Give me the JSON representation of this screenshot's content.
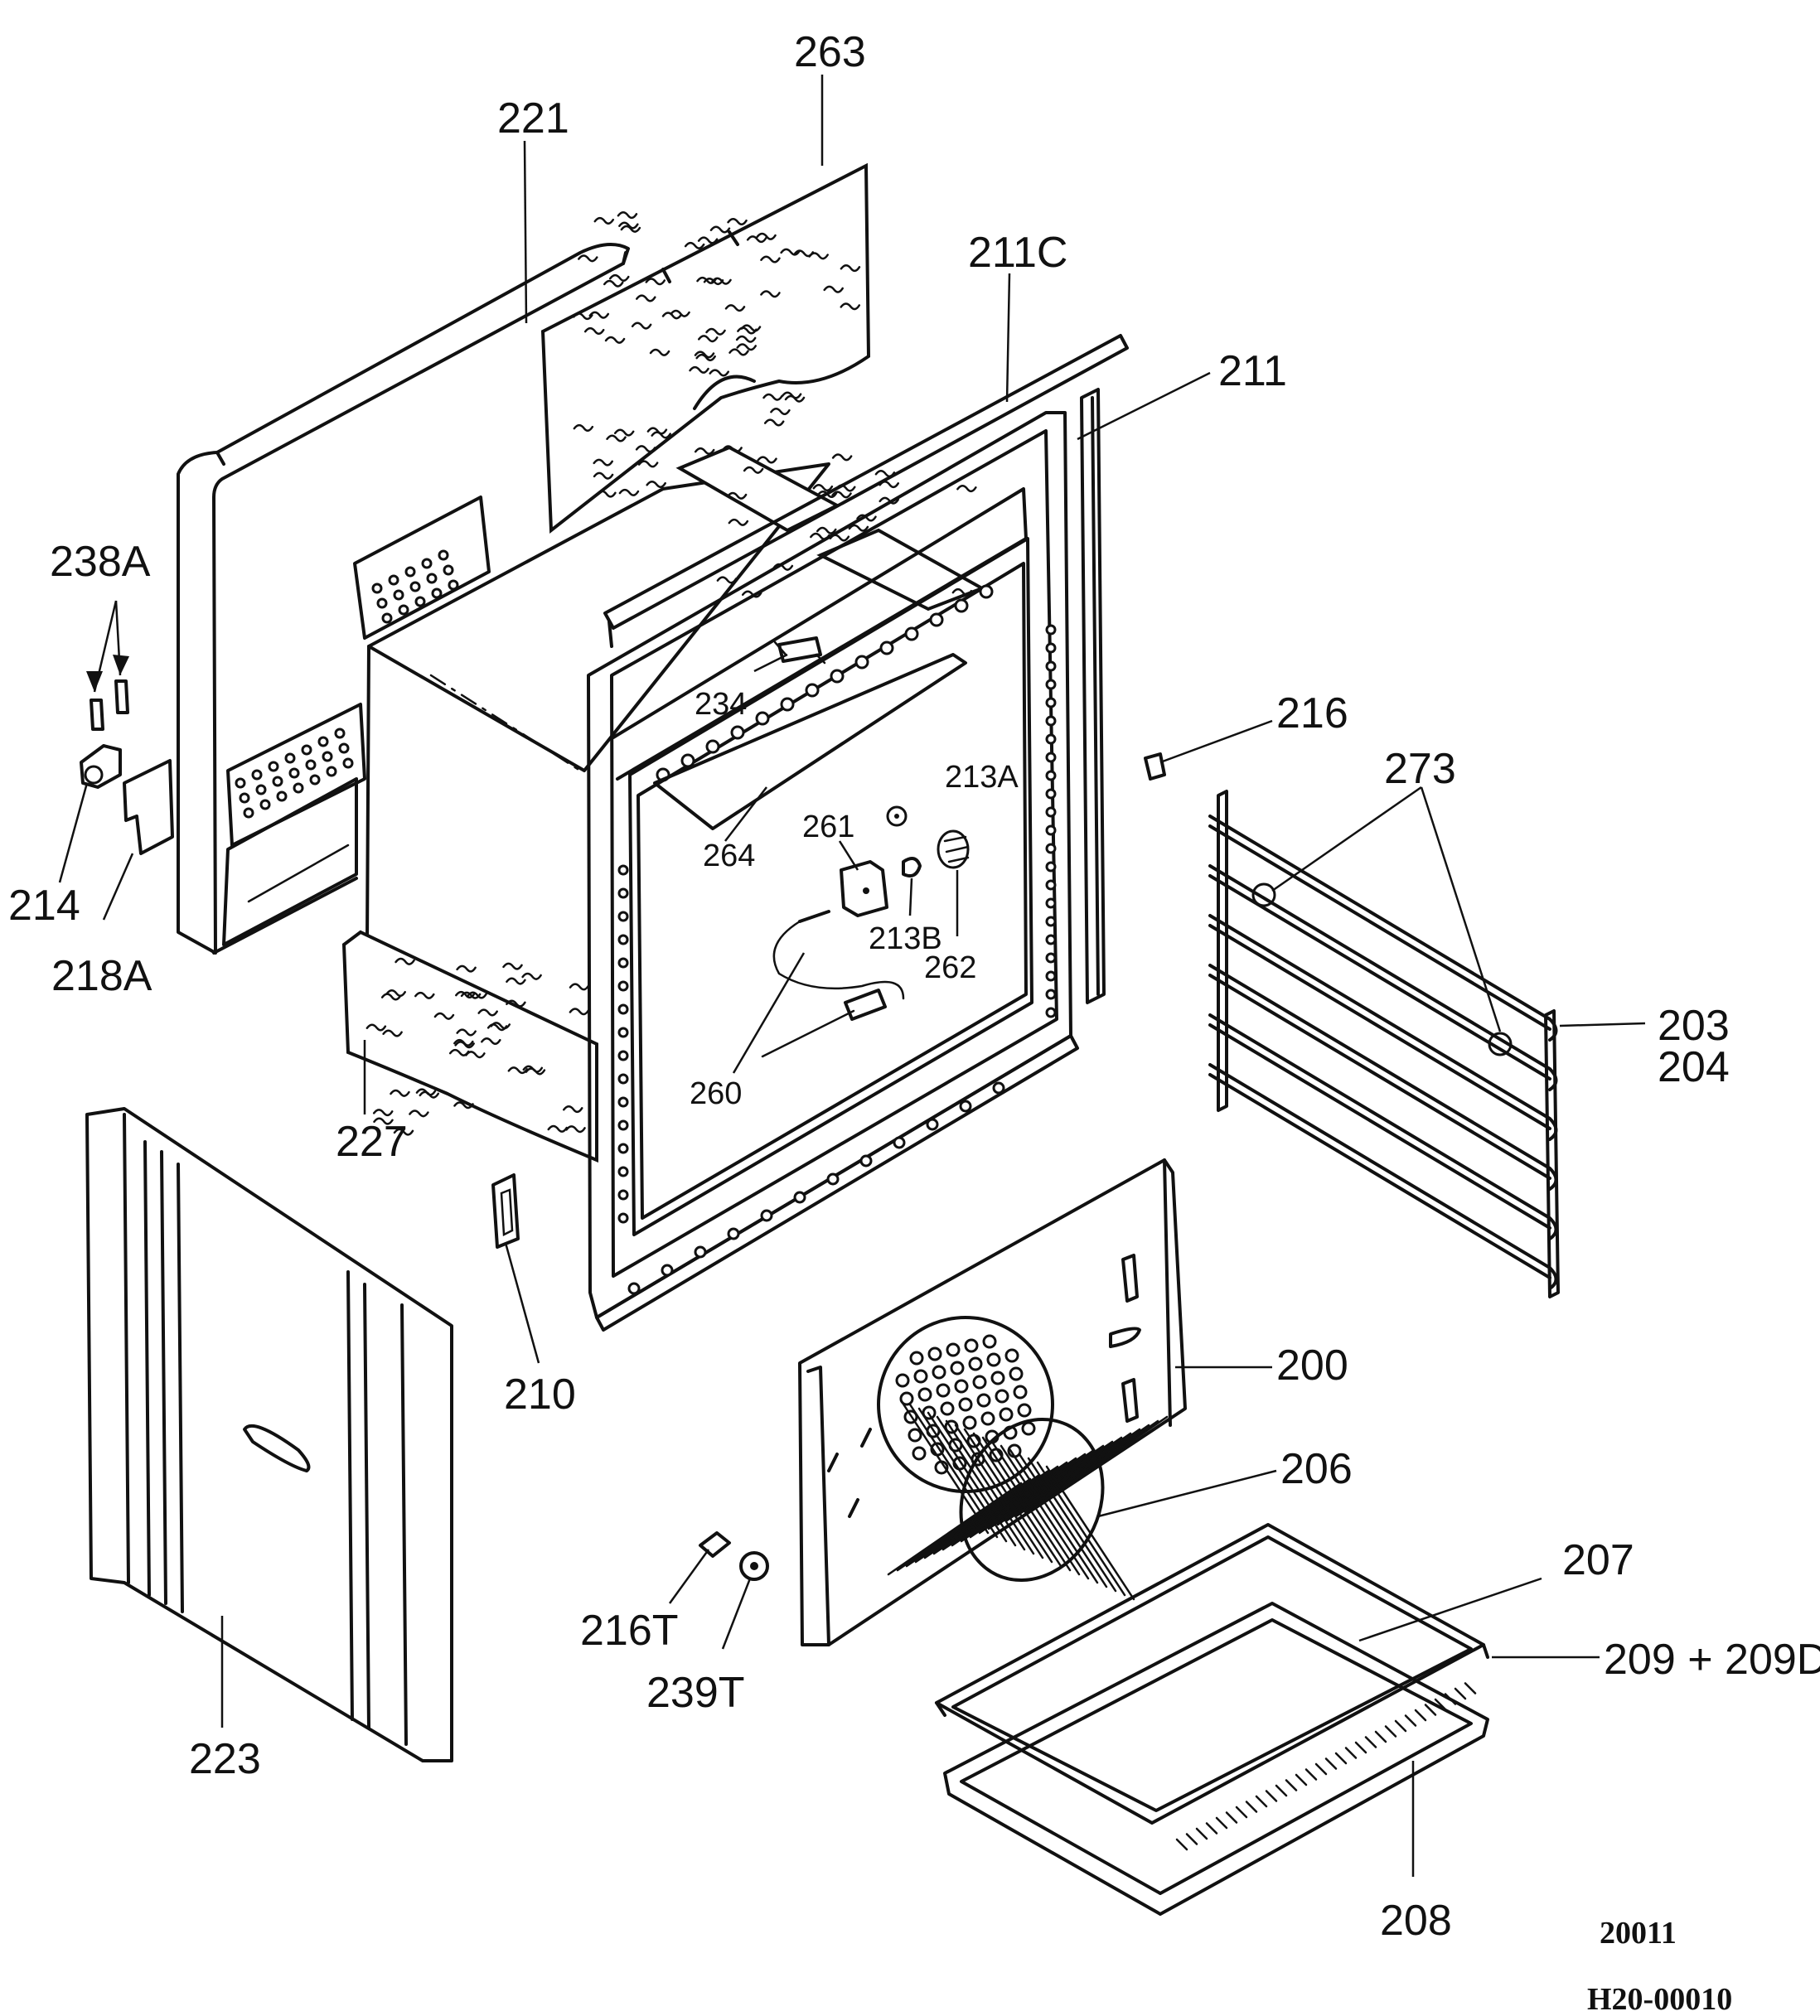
{
  "labels": {
    "p200": "200",
    "p203": "203",
    "p204": "204",
    "p206": "206",
    "p207": "207",
    "p208": "208",
    "p209": "209 + 209D",
    "p210": "210",
    "p211": "211",
    "p211c": "211C",
    "p213a": "213A",
    "p213b": "213B",
    "p214": "214",
    "p216": "216",
    "p216t": "216T",
    "p218a": "218A",
    "p221": "221",
    "p223": "223",
    "p227": "227",
    "p234": "234",
    "p238a": "238A",
    "p239t": "239T",
    "p260": "260",
    "p261": "261",
    "p262": "262",
    "p263": "263",
    "p264": "264",
    "p273": "273"
  },
  "codes": {
    "diagram_number": "20011",
    "reference": "H20-00010"
  }
}
